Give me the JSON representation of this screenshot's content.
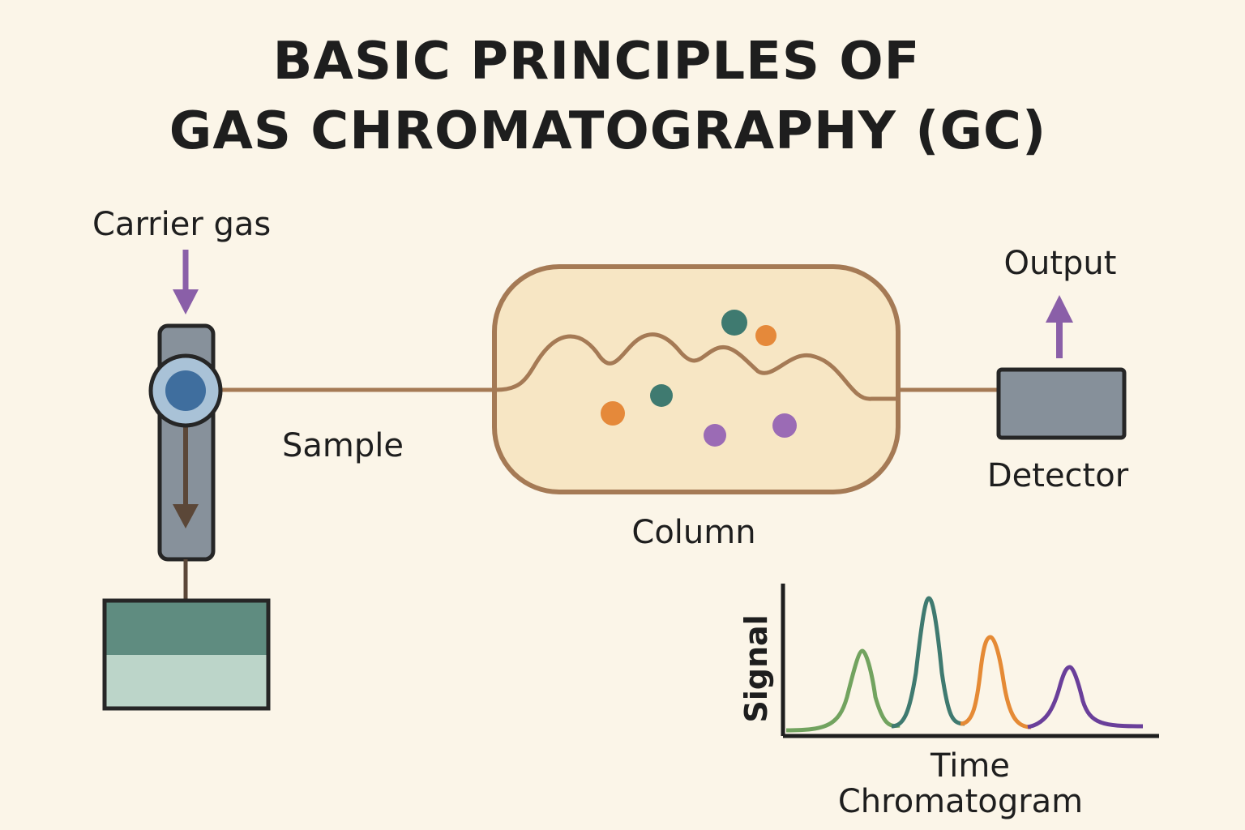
{
  "title": {
    "line1": "BASIC PRINCIPLES OF",
    "line2": "GAS CHROMATOGRAPHY (GC)"
  },
  "labels": {
    "carrier_gas": "Carrier gas",
    "sample": "Sample",
    "column": "Column",
    "output": "Output",
    "detector": "Detector"
  },
  "chromatogram": {
    "title": "Chromatogram",
    "xlabel": "Time",
    "ylabel": "Signal",
    "peak_colors": [
      "#72a35f",
      "#3f7a70",
      "#e58a35",
      "#6a3f9a"
    ]
  },
  "colors": {
    "background": "#fbf5e8",
    "tubing": "#a57a55",
    "column_fill": "#f7e6c4",
    "injector": "#87919b",
    "injector_core": "#3f6e9e",
    "detector": "#86909a",
    "arrow": "#8a5fa8",
    "reservoir_top": "#5f8c80",
    "reservoir_bottom": "#bcd5c9",
    "particle_green": "#3f7a70",
    "particle_orange": "#e5893a",
    "particle_purple": "#9b6bb5"
  }
}
